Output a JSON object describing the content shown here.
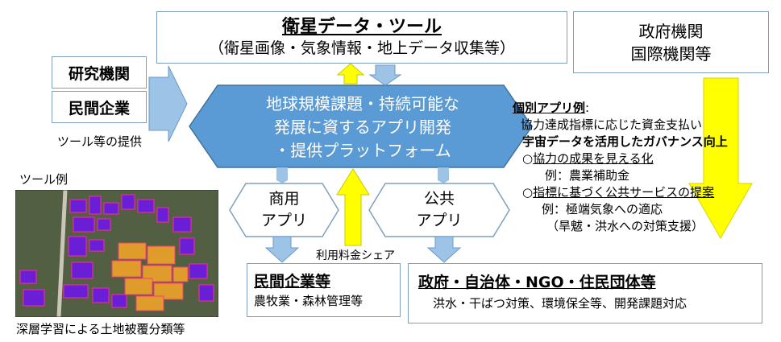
{
  "satellite": {
    "title": "衛星データ・ツール",
    "subtitle": "（衛星画像・気象情報・地上データ収集等）"
  },
  "gov_intl": {
    "line1": "政府機関",
    "line2": "国際機関等"
  },
  "research": "研究機関",
  "private_company": "民間企業",
  "tool_provision": "ツール等の提供",
  "hub": {
    "line1": "地球規模課題・持続可能な",
    "line2": "発展に資するアプリ開発",
    "line3": "・提供プラットフォーム"
  },
  "commercial_app": {
    "line1": "商用",
    "line2": "アプリ"
  },
  "public_app": {
    "line1": "公共",
    "line2": "アプリ"
  },
  "fee_share": "利用料金シェア",
  "tool_example": "ツール例",
  "image_caption": "深層学習による土地被覆分類等",
  "private_box": {
    "title": "民間企業等",
    "subtitle": "農牧業・森林管理等"
  },
  "public_box": {
    "title": "政府・自治体・NGO・住民団体等",
    "subtitle": "洪水・干ばつ対策、環境保全等、開発課題対応"
  },
  "app_examples": {
    "header": "個別アプリ例",
    "colon": ":",
    "line1": "協力達成指標に応じた資金支払い",
    "line2": "宇宙データを活用したガバナンス向上",
    "item1_bullet": "○",
    "item1": "協力の成果を見える化",
    "item1_sub": "例：農業補助金",
    "item2_bullet": "○",
    "item2": "指標に基づく公共サービスの提案",
    "item2_sub1": "例：極端気象への適応",
    "item2_sub2": "（旱魃・洪水への対策支援）"
  },
  "colors": {
    "hub_fill": "#5b9bd5",
    "arrow_blue": "#9dc3e6",
    "arrow_yellow": "#ffff00",
    "box_border": "#7f9fbf"
  }
}
